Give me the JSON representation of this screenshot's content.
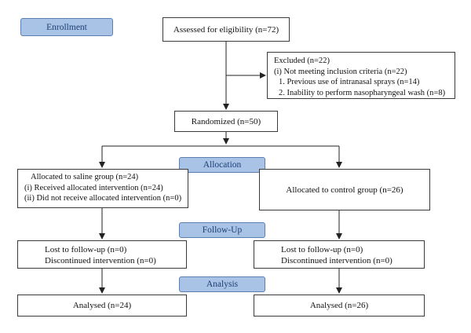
{
  "stages": {
    "enrollment": "Enrollment",
    "allocation": "Allocation",
    "followup": "Follow-Up",
    "analysis": "Analysis"
  },
  "assessed": "Assessed for eligibility (n=72)",
  "excluded": {
    "title": "Excluded (n=22)",
    "lines": [
      "(i) Not meeting inclusion criteria (n=22)",
      "1.   Previous use of intranasal sprays (n=14)",
      "2.   Inability to perform nasopharyngeal wash (n=8)"
    ]
  },
  "randomized": "Randomized (n=50)",
  "saline": {
    "title": "Allocated to saline group (n=24)",
    "lines": [
      "(i)  Received allocated intervention (n=24)",
      "(ii) Did not receive allocated intervention (n=0)"
    ]
  },
  "control": "Allocated to control group (n=26)",
  "followup_left": [
    "Lost to follow-up (n=0)",
    "Discontinued intervention (n=0)"
  ],
  "followup_right": [
    "Lost to follow-up (n=0)",
    "Discontinued intervention (n=0)"
  ],
  "analysed_left": "Analysed (n=24)",
  "analysed_right": "Analysed (n=26)",
  "colors": {
    "stage_fill": "#a9c3e6",
    "stage_border": "#5b7fb0",
    "stage_text": "#1e3f73",
    "line": "#222222"
  }
}
